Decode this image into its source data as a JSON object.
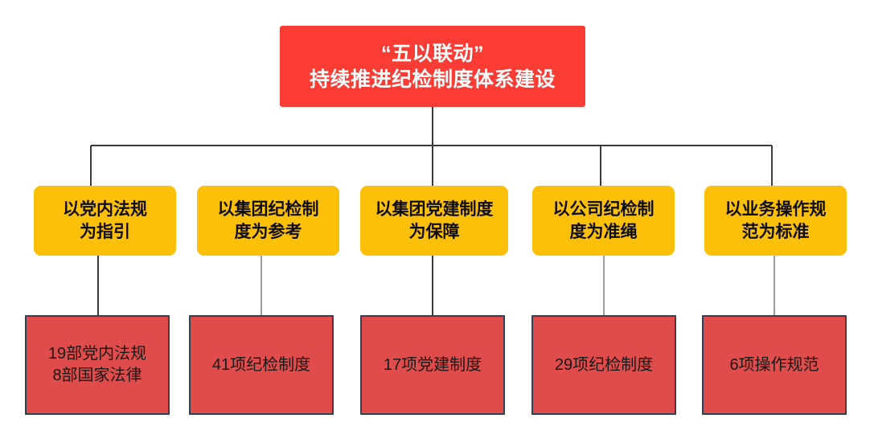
{
  "diagram": {
    "type": "org-chart",
    "orientation": "top-down",
    "levels": 3,
    "root": {
      "title_line1": "“五以联动”",
      "title_line2": "持续推进纪检制度体系建设",
      "fill_color": "#FA3C35",
      "text_color": "#FFFFFF"
    },
    "branch_fill_color": "#FCC00A",
    "branch_text_color": "#0D0D0D",
    "leaf_fill_color": "#E04B4B",
    "leaf_border_color": "#33404F",
    "leaf_text_color": "#1A1A1A",
    "connector_color": "#3A3A3A",
    "background_color": "#FFFFFF",
    "branches": [
      {
        "label_line1": "以党内法规",
        "label_line2": "为指引",
        "leaf_line1": "19部党内法规",
        "leaf_line2": "8部国家法律"
      },
      {
        "label_line1": "以集团纪检制",
        "label_line2": "度为参考",
        "leaf_line1": "41项纪检制度",
        "leaf_line2": ""
      },
      {
        "label_line1": "以集团党建制度",
        "label_line2": "为保障",
        "leaf_line1": "17项党建制度",
        "leaf_line2": ""
      },
      {
        "label_line1": "以公司纪检制",
        "label_line2": "度为准绳",
        "leaf_line1": "29项纪检制度",
        "leaf_line2": ""
      },
      {
        "label_line1": "以业务操作规",
        "label_line2": "范为标准",
        "leaf_line1": "6项操作规范",
        "leaf_line2": ""
      }
    ]
  }
}
